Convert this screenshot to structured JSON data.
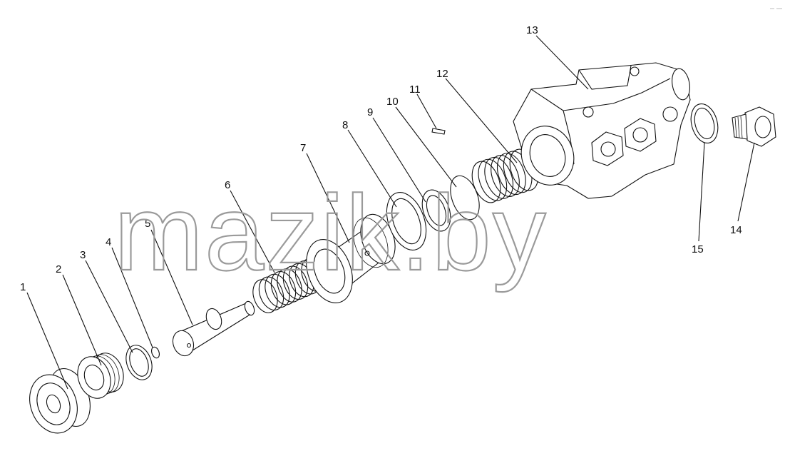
{
  "watermark": "mazik.by",
  "callouts": [
    "1",
    "2",
    "3",
    "4",
    "5",
    "6",
    "7",
    "8",
    "9",
    "10",
    "11",
    "12",
    "13",
    "14",
    "15"
  ]
}
